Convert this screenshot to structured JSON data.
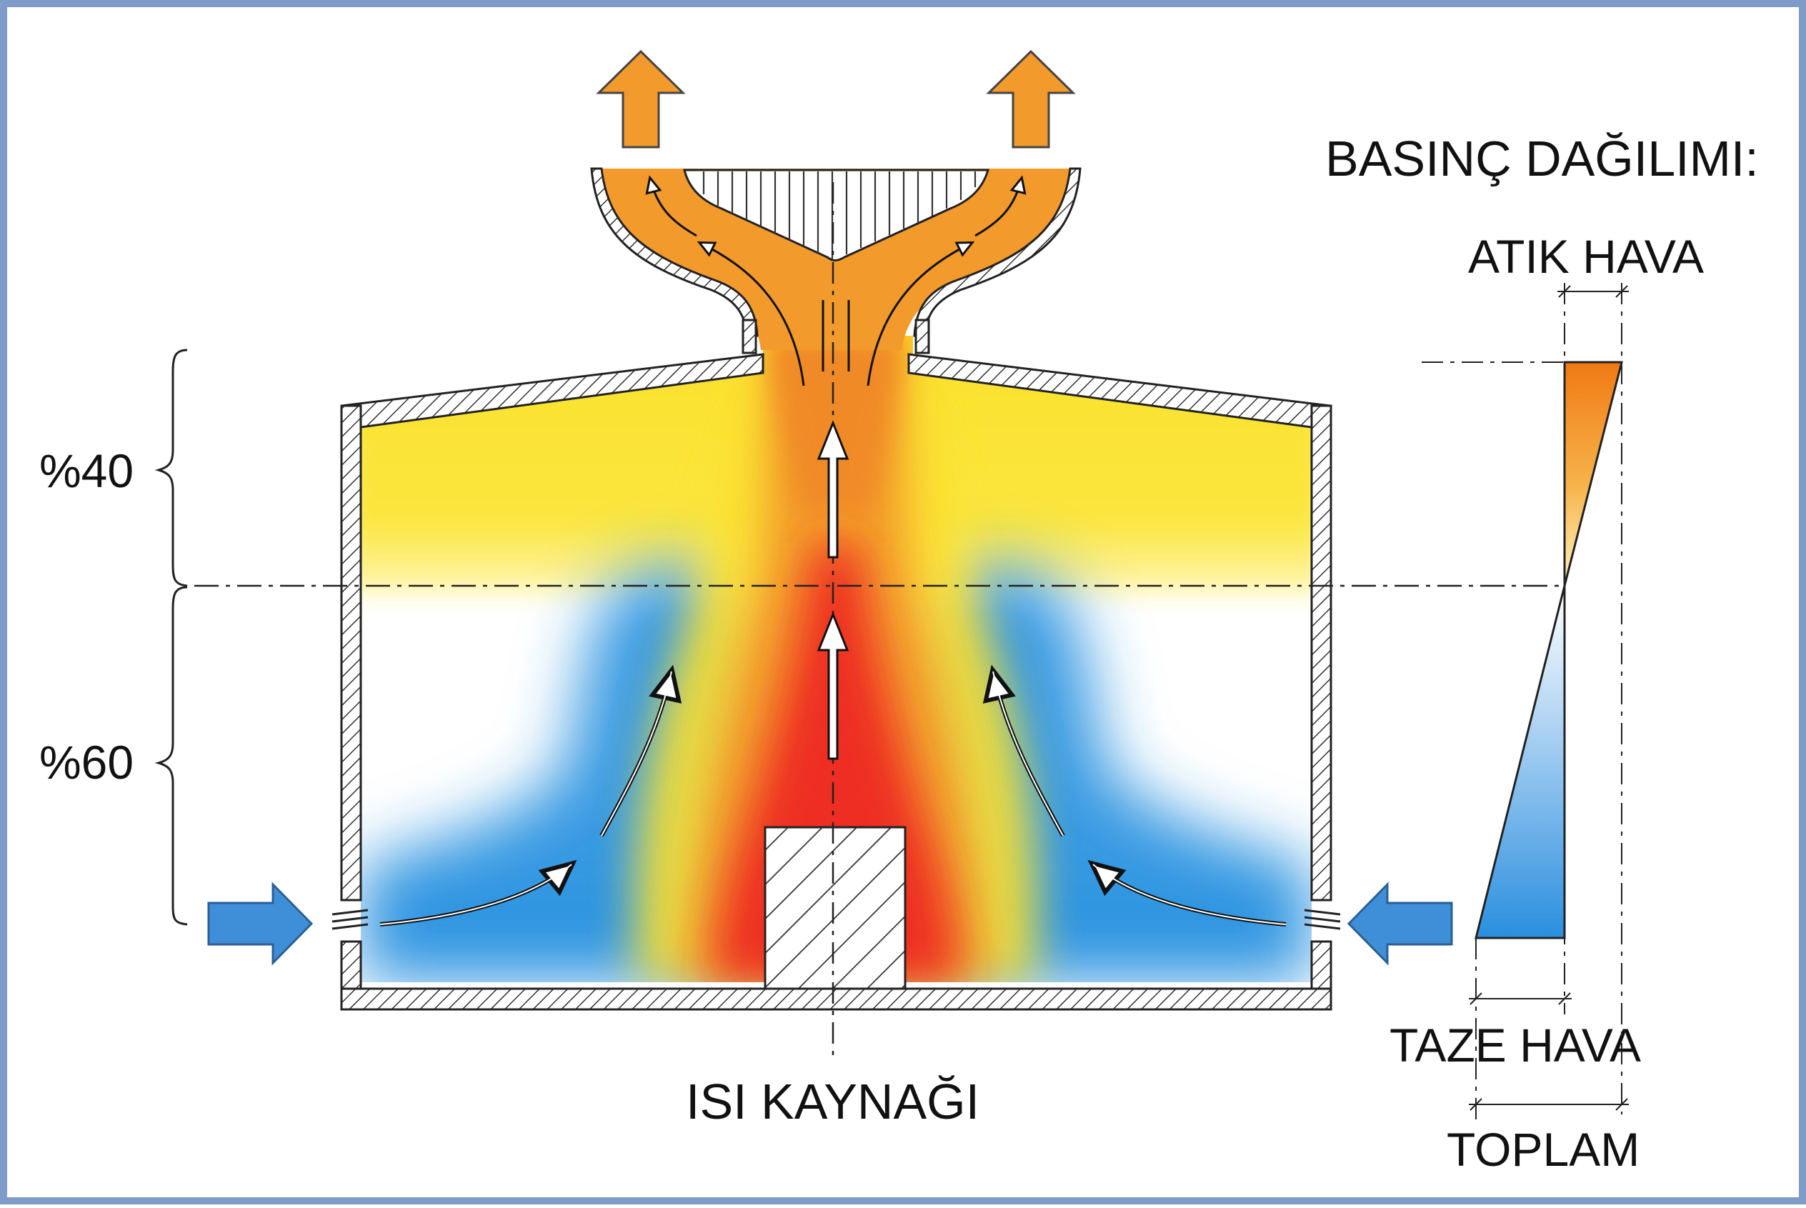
{
  "labels": {
    "pressure_title": "BASINÇ DAĞILIMI:",
    "exhaust_air": "ATIK HAVA",
    "fresh_air": "TAZE HAVA",
    "total": "TOPLAM",
    "heat_source": "ISI KAYNAĞI",
    "upper_zone_pct": "%40",
    "lower_zone_pct": "%60"
  },
  "colors": {
    "frame": "#7f9cc8",
    "hot": "#ee2e22",
    "warm_orange": "#f08a28",
    "warm_yellow": "#fbe231",
    "cool_blue": "#2b93e0",
    "arrow_blue": "#3f8fd8",
    "wall": "#222222"
  },
  "icons": {
    "inlet_arrow": "arrow-right-icon",
    "exhaust_arrow": "arrow-up-icon",
    "heat_source_block": "hatched-block"
  }
}
